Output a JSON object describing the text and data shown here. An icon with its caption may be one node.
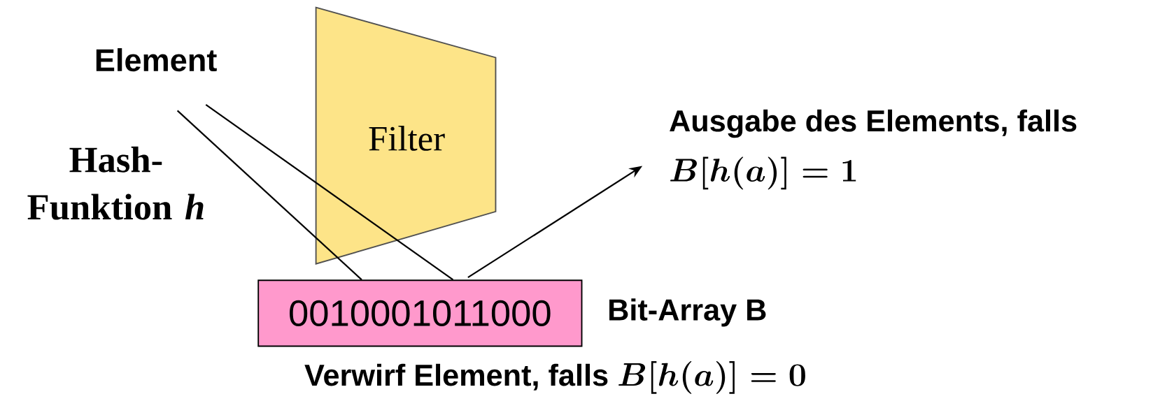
{
  "diagram": {
    "nodes": [
      {
        "text": [
          "Element"
        ]
      },
      {
        "text": [
          "Hash- Funktion *h*"
        ]
      },
      {
        "text": [
          "Filter"
        ]
      },
      {
        "text": [
          "0010001011000"
        ],
        "beside": [
          "Bit-Array B"
        ]
      },
      {
        "text": [
          "Ausgabe des Elements, falls",
          "B[h(a)] = 1"
        ]
      }
    ],
    "edges": [
      {
        "from": 0,
        "to": 3,
        "arrow": "none"
      },
      {
        "from": 1,
        "to": 3,
        "arrow": "none"
      },
      {
        "from": 3,
        "to": 4,
        "arrow": "to"
      }
    ],
    "labels": [
      "Verwirf Element, falls",
      "B[h(a)] = 0"
    ]
  }
}
